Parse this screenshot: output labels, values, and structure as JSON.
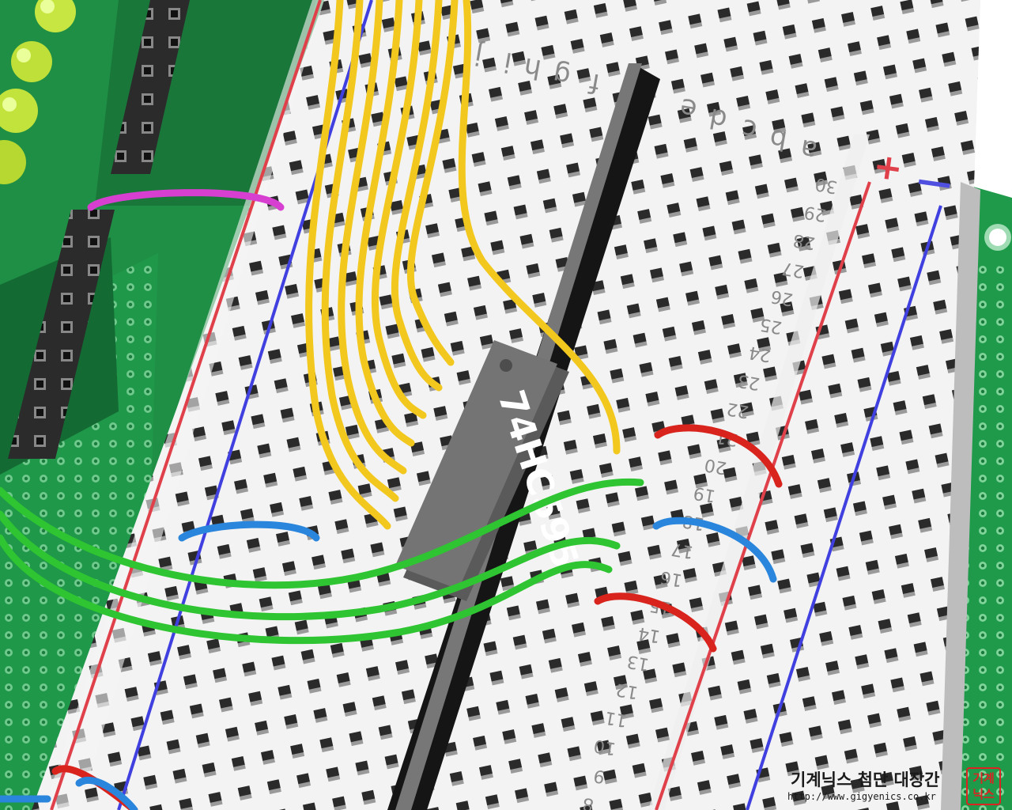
{
  "scene": {
    "chip_label": "74HC595",
    "column_letters_left": [
      "f",
      "g",
      "h",
      "i",
      "j"
    ],
    "column_letters_right": [
      "a",
      "b",
      "c",
      "d",
      "e"
    ],
    "row_numbers": [
      "8",
      "9",
      "10",
      "11",
      "12",
      "13",
      "14",
      "15",
      "16",
      "17",
      "18",
      "19",
      "20",
      "21",
      "22",
      "23",
      "24",
      "25",
      "26",
      "27",
      "28",
      "29",
      "30"
    ],
    "rail_plus": "+",
    "rail_minus": "—"
  },
  "watermark": {
    "title": "기계닉스 첨단 대장간",
    "url": "http://www.gigyenics.co.kr",
    "stamp": "기계\n닉스"
  },
  "colors": {
    "pcb_green": "#1e9a4a",
    "breadboard": "#f1f1f1",
    "wire_yellow": "#f2c81e",
    "wire_green": "#2fc431",
    "wire_red": "#d8241c",
    "wire_blue": "#2a86dc",
    "wire_magenta": "#d63fd0",
    "rail_red": "#e0404a",
    "rail_blue": "#4040e0",
    "chip": "#6e6e6e"
  }
}
